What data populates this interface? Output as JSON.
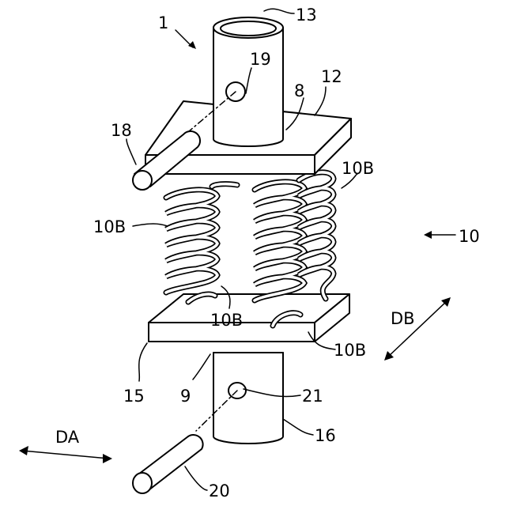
{
  "labels": {
    "l1": "1",
    "l13": "13",
    "l19": "19",
    "l8": "8",
    "l12": "12",
    "l18": "18",
    "l10B_a": "10B",
    "l10B_b": "10B",
    "l10": "10",
    "l10B_c": "10B",
    "l10B_d": "10B",
    "lDB": "DB",
    "l15": "15",
    "l9": "9",
    "l21": "21",
    "l16": "16",
    "lDA": "DA",
    "l20": "20"
  }
}
